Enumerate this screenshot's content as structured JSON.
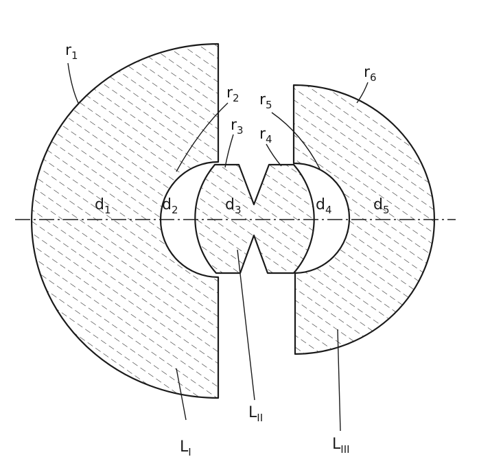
{
  "labels": {
    "r1": {
      "base": "r",
      "sub": "1"
    },
    "r2": {
      "base": "r",
      "sub": "2"
    },
    "r3": {
      "base": "r",
      "sub": "3"
    },
    "r4": {
      "base": "r",
      "sub": "4"
    },
    "r5": {
      "base": "r",
      "sub": "5"
    },
    "r6": {
      "base": "r",
      "sub": "6"
    },
    "d1": {
      "base": "d",
      "sub": "1"
    },
    "d2": {
      "base": "d",
      "sub": "2"
    },
    "d3": {
      "base": "d",
      "sub": "3"
    },
    "d4": {
      "base": "d",
      "sub": "4"
    },
    "d5": {
      "base": "d",
      "sub": "5"
    },
    "L1": {
      "base": "L",
      "sub": "I"
    },
    "L2": {
      "base": "L",
      "sub": "II"
    },
    "L3": {
      "base": "L",
      "sub": "III"
    }
  },
  "colors": {
    "ink": "#1a1a1a",
    "paper": "#ffffff"
  }
}
